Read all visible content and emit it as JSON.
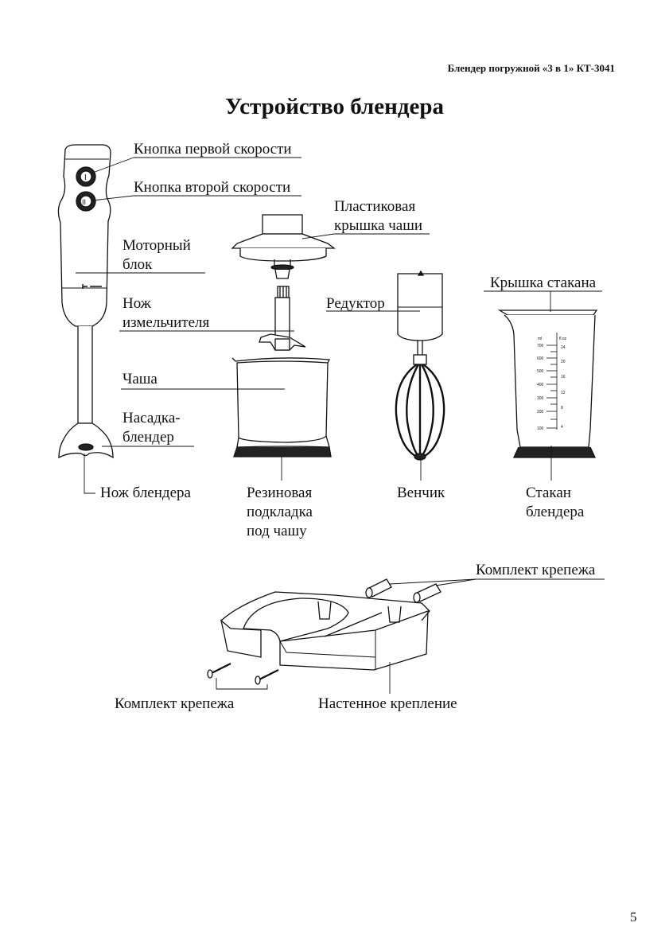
{
  "header": {
    "running_title": "Блендер погружной «3 в 1» КТ-3041"
  },
  "title": "Устройство блендера",
  "labels": {
    "speed1_button": "Кнопка первой скорости",
    "speed2_button": "Кнопка второй скорости",
    "bowl_lid": "Пластиковая\nкрышка чаши",
    "motor_unit": "Моторный\nблок",
    "chopper_knife": "Нож\nизмельчителя",
    "bowl": "Чаша",
    "blender_attachment": "Насадка-\nблендер",
    "blender_knife": "Нож блендера",
    "gearbox": "Редуктор",
    "beaker_lid": "Крышка стакана",
    "rubber_pad": "Резиновая\nподкладка\nпод чашу",
    "whisk": "Венчик",
    "beaker": "Стакан\nблендера",
    "fasteners_top": "Комплект крепежа",
    "fasteners_bottom": "Комплект крепежа",
    "wall_mount": "Настенное крепление"
  },
  "icons": {
    "speed1": "I",
    "speed2": "II"
  },
  "beaker_scale": {
    "ml_header": "ml",
    "floz_header": "fl.oz",
    "ml": [
      "700",
      "600",
      "500",
      "400",
      "300",
      "200",
      "100"
    ],
    "floz": [
      "24",
      "20",
      "16",
      "12",
      "8",
      "4"
    ]
  },
  "page_number": "5"
}
